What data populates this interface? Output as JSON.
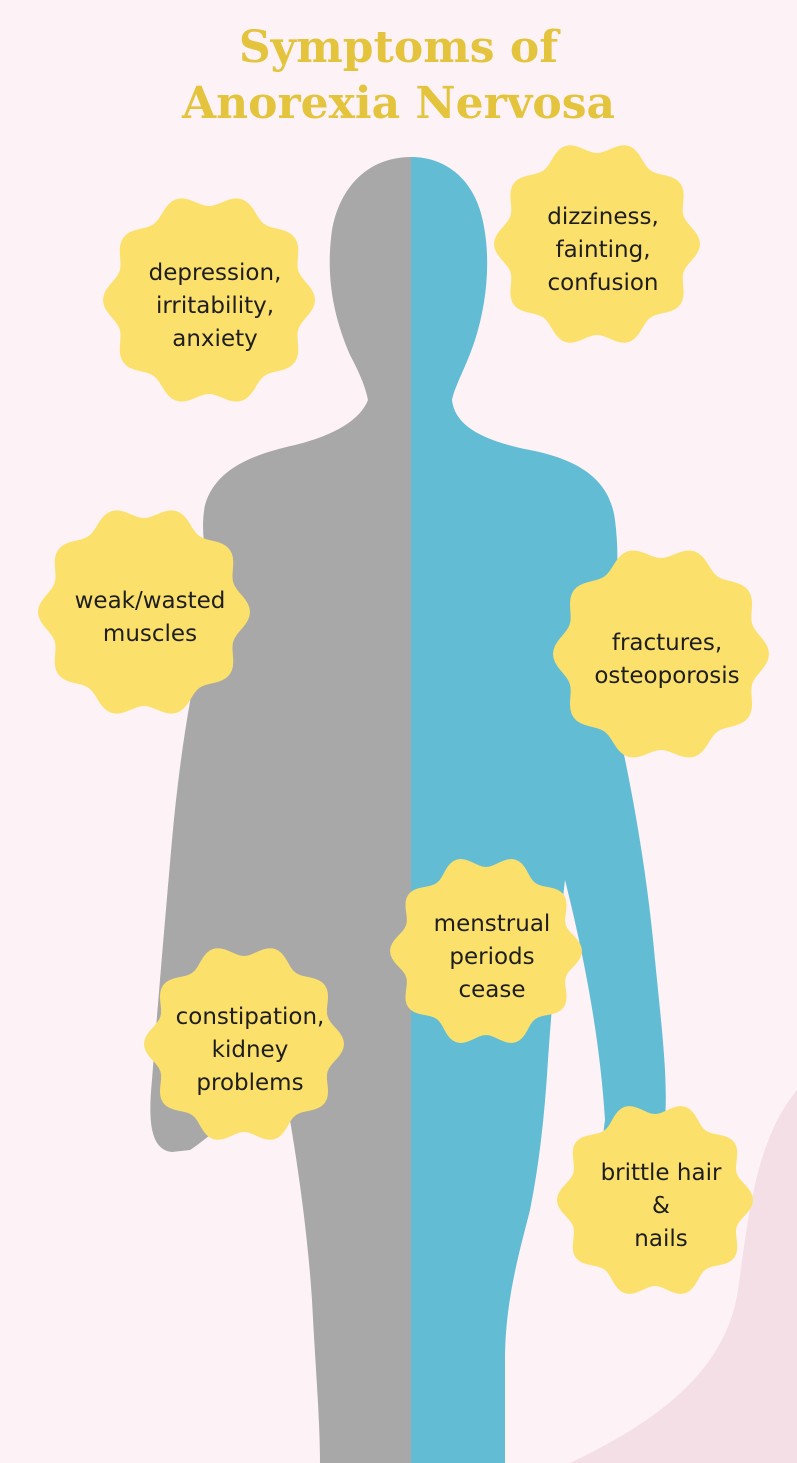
{
  "title": {
    "line1": "Symptoms of",
    "line2": "Anorexia Nervosa"
  },
  "colors": {
    "background": "#fdf3f7",
    "corner_blob": "#f5dfe6",
    "title": "#e3c43c",
    "body_left": "#a8a8a8",
    "body_right": "#62bcd4",
    "badge": "#fbe06b",
    "badge_text": "#1e1e1e"
  },
  "symptoms": [
    {
      "id": "mood",
      "lines": [
        "depression,",
        "irritability,",
        "anxiety"
      ]
    },
    {
      "id": "dizziness",
      "lines": [
        "dizziness,",
        "fainting,",
        "confusion"
      ]
    },
    {
      "id": "muscles",
      "lines": [
        "weak/wasted",
        "muscles"
      ]
    },
    {
      "id": "bones",
      "lines": [
        "fractures,",
        "osteoporosis"
      ]
    },
    {
      "id": "menstrual",
      "lines": [
        "menstrual",
        "periods",
        "cease"
      ]
    },
    {
      "id": "digestive",
      "lines": [
        "constipation,",
        "kidney",
        "problems"
      ]
    },
    {
      "id": "hair-nails",
      "lines": [
        "brittle hair",
        "&",
        "nails"
      ]
    }
  ]
}
